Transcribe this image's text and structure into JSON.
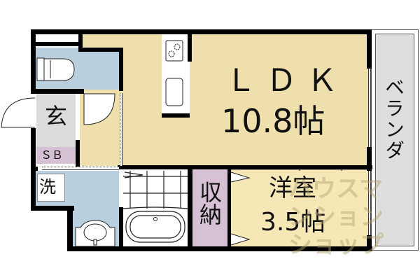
{
  "floorplan": {
    "colors": {
      "ldk_floor": "#efdfad",
      "western_room_floor": "#f6e8b6",
      "wet_area": "#b9cfdd",
      "storage": "#d6c0d4",
      "entrance": "#dcdcdc",
      "balcony": "#dedede",
      "wall": "#000000"
    },
    "rooms": {
      "ldk": {
        "name": "ＬＤＫ",
        "size": "10.8帖"
      },
      "western_room": {
        "name": "洋室",
        "size": "3.5帖"
      },
      "storage": {
        "name": "収納"
      },
      "entrance": {
        "name": "玄"
      },
      "shoe_box": {
        "name": "ＳＢ"
      },
      "washer": {
        "name": "洗"
      },
      "balcony": {
        "name": "ベランダ"
      }
    },
    "watermark": {
      "text": "ハウスマンション ショップ"
    }
  }
}
